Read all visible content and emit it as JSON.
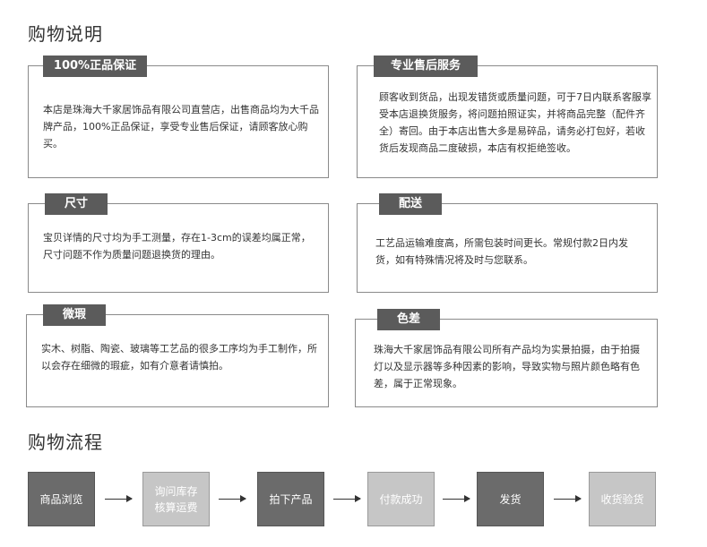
{
  "instructions": {
    "title": "购物说明",
    "boxes": [
      {
        "tag": "100%正品保证",
        "text": "本店是珠海大千家居饰品有限公司直营店，出售商品均为大千品牌产品，100%正品保证，享受专业售后保证，请顾客放心购买。"
      },
      {
        "tag": "专业售后服务",
        "text": "顾客收到货品，出现发错货或质量问题，可于7日内联系客服享受本店退换货服务，将问题拍照证实，并将商品完整（配件齐全）寄回。由于本店出售大多是易碎品，请务必打包好，若收货后发现商品二度破损，本店有权拒绝签收。"
      },
      {
        "tag": "尺寸",
        "text": "宝贝详情的尺寸均为手工测量，存在1-3cm的误差均属正常，尺寸问题不作为质量问题退换货的理由。"
      },
      {
        "tag": "配送",
        "text": "工艺品运输难度高，所需包装时间更长。常规付款2日内发货，如有特殊情况将及时与您联系。"
      },
      {
        "tag": "微瑕",
        "text": "实木、树脂、陶瓷、玻璃等工艺品的很多工序均为手工制作，所以会存在细微的瑕疵，如有介意者请慎拍。"
      },
      {
        "tag": "色差",
        "text": "珠海大千家居饰品有限公司所有产品均为实景拍摄，由于拍摄灯以及显示器等多种因素的影响，导致实物与照片颜色略有色差，属于正常现象。"
      }
    ]
  },
  "process": {
    "title": "购物流程",
    "steps": [
      {
        "line1": "商品浏览",
        "line2": ""
      },
      {
        "line1": "询问库存",
        "line2": "核算运费"
      },
      {
        "line1": "拍下产品",
        "line2": ""
      },
      {
        "line1": "付款成功",
        "line2": ""
      },
      {
        "line1": "发货",
        "line2": ""
      },
      {
        "line1": "收货验货",
        "line2": ""
      }
    ]
  }
}
